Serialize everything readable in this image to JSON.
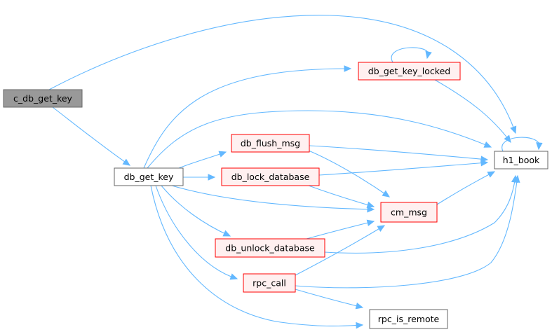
{
  "colors": {
    "edge": "#63b8ff",
    "root_fill": "#999999",
    "root_stroke": "#666666",
    "normal_fill": "#ffffff",
    "normal_stroke": "#666666",
    "trunc_fill": "#fff0f0",
    "trunc_stroke": "#ff0000"
  },
  "nodes": [
    {
      "id": "c_db_get_key",
      "label": "c_db_get_key",
      "style": "root"
    },
    {
      "id": "db_get_key",
      "label": "db_get_key",
      "style": "normal"
    },
    {
      "id": "db_get_key_locked",
      "label": "db_get_key_locked",
      "style": "truncated"
    },
    {
      "id": "db_flush_msg",
      "label": "db_flush_msg",
      "style": "truncated"
    },
    {
      "id": "db_lock_database",
      "label": "db_lock_database",
      "style": "truncated"
    },
    {
      "id": "cm_msg",
      "label": "cm_msg",
      "style": "truncated"
    },
    {
      "id": "db_unlock_database",
      "label": "db_unlock_database",
      "style": "truncated"
    },
    {
      "id": "rpc_call",
      "label": "rpc_call",
      "style": "truncated"
    },
    {
      "id": "h1_book",
      "label": "h1_book",
      "style": "normal"
    },
    {
      "id": "rpc_is_remote",
      "label": "rpc_is_remote",
      "style": "normal"
    }
  ],
  "edges": [
    {
      "from": "c_db_get_key",
      "to": "h1_book"
    },
    {
      "from": "c_db_get_key",
      "to": "db_get_key"
    },
    {
      "from": "db_get_key",
      "to": "db_get_key_locked"
    },
    {
      "from": "db_get_key",
      "to": "h1_book"
    },
    {
      "from": "db_get_key",
      "to": "db_flush_msg"
    },
    {
      "from": "db_get_key",
      "to": "db_lock_database"
    },
    {
      "from": "db_get_key",
      "to": "cm_msg"
    },
    {
      "from": "db_get_key",
      "to": "db_unlock_database"
    },
    {
      "from": "db_get_key",
      "to": "rpc_call"
    },
    {
      "from": "db_get_key",
      "to": "rpc_is_remote"
    },
    {
      "from": "db_get_key_locked",
      "to": "db_get_key_locked"
    },
    {
      "from": "db_get_key_locked",
      "to": "h1_book"
    },
    {
      "from": "db_flush_msg",
      "to": "h1_book"
    },
    {
      "from": "db_flush_msg",
      "to": "cm_msg"
    },
    {
      "from": "db_lock_database",
      "to": "h1_book"
    },
    {
      "from": "db_lock_database",
      "to": "cm_msg"
    },
    {
      "from": "cm_msg",
      "to": "h1_book"
    },
    {
      "from": "db_unlock_database",
      "to": "cm_msg"
    },
    {
      "from": "db_unlock_database",
      "to": "h1_book"
    },
    {
      "from": "rpc_call",
      "to": "cm_msg"
    },
    {
      "from": "rpc_call",
      "to": "h1_book"
    },
    {
      "from": "rpc_call",
      "to": "rpc_is_remote"
    },
    {
      "from": "h1_book",
      "to": "h1_book"
    }
  ]
}
